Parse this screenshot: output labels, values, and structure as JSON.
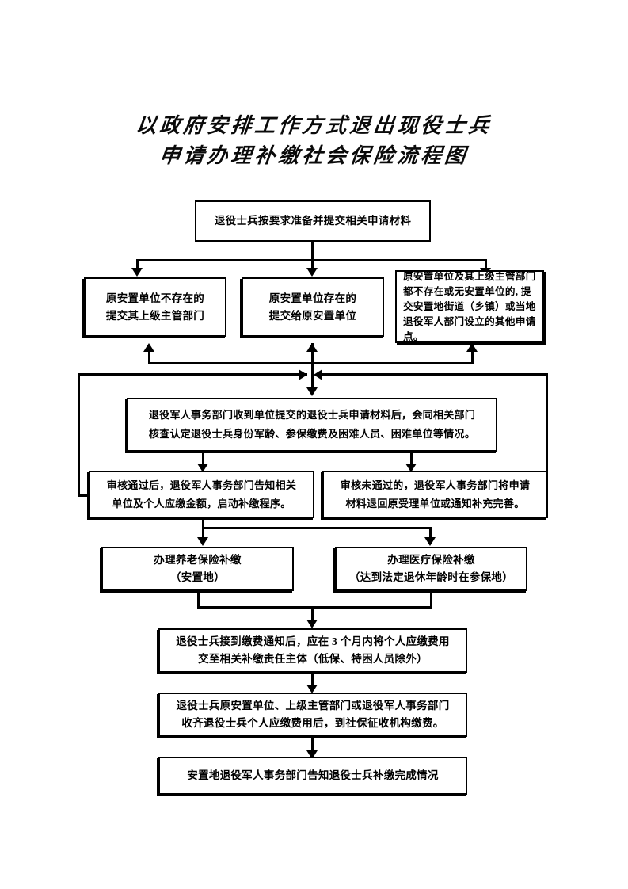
{
  "document": {
    "title_lines": [
      "以政府安排工作方式退出现役士兵",
      "申请办理补缴社会保险流程图"
    ],
    "page_background": "#ffffff",
    "line_color": "#000000"
  },
  "flowchart": {
    "type": "flowchart",
    "orientation": "top-to-bottom",
    "nodes": [
      {
        "id": "n1",
        "text": "退役士兵按要求准备并提交相关申请材料"
      },
      {
        "id": "n2a",
        "text": "原安置单位不存在的\n提交其上级主管部门"
      },
      {
        "id": "n2b",
        "text": "原安置单位存在的\n提交给原安置单位"
      },
      {
        "id": "n2c",
        "text": "原安置单位及其上级主管部门都不存在或无安置单位的, 提交安置地街道（乡镇）或当地退役军人部门设立的其他申请点。"
      },
      {
        "id": "n3",
        "text": "退役军人事务部门收到单位提交的退役士兵申请材料后，会同相关部门\n核查认定退役士兵身份军龄、参保缴费及困难人员、困难单位等情况。"
      },
      {
        "id": "n4a",
        "text": "审核通过后，退役军人事务部门告知相关\n单位及个人应缴金额，启动补缴程序。"
      },
      {
        "id": "n4b",
        "text": "审核未通过的，退役军人事务部门将申请\n材料退回原受理单位或通知补充完善。"
      },
      {
        "id": "n5a",
        "text": "办理养老保险补缴\n（安置地）"
      },
      {
        "id": "n5b",
        "text": "办理医疗保险补缴\n（达到法定退休年龄时在参保地）"
      },
      {
        "id": "n6",
        "text": "退役士兵接到缴费通知后，应在 3 个月内将个人应缴费用\n交至相关补缴责任主体（低保、特困人员除外）"
      },
      {
        "id": "n7",
        "text": "退役士兵原安置单位、上级主管部门或退役军人事务部门\n收齐退役士兵个人应缴费用后，到社保征收机构缴费。"
      },
      {
        "id": "n8",
        "text": "安置地退役军人事务部门告知退役士兵补缴完成情况"
      }
    ],
    "edges": [
      {
        "from": "n1",
        "to": "n2a",
        "style": "elbow-down"
      },
      {
        "from": "n1",
        "to": "n2b",
        "style": "straight-down"
      },
      {
        "from": "n1",
        "to": "n2c",
        "style": "elbow-down"
      },
      {
        "from": "n2a",
        "to": "n3",
        "style": "merge-up-bus"
      },
      {
        "from": "n2b",
        "to": "n3",
        "style": "merge-up-bus"
      },
      {
        "from": "n2c",
        "to": "n3",
        "style": "merge-up-bus"
      },
      {
        "from": "n3",
        "to": "n4a",
        "style": "straight-down"
      },
      {
        "from": "n3",
        "to": "n4b",
        "style": "straight-down"
      },
      {
        "from": "n4a",
        "to": "n2-bus",
        "style": "feedback-left-bracket"
      },
      {
        "from": "n4b",
        "to": "n2-bus",
        "style": "feedback-right-bracket"
      },
      {
        "from": "n4a",
        "to": "n5a",
        "style": "elbow-down"
      },
      {
        "from": "n4a",
        "to": "n5b",
        "style": "elbow-down"
      },
      {
        "from": "n5a",
        "to": "n6",
        "style": "merge-down"
      },
      {
        "from": "n5b",
        "to": "n6",
        "style": "merge-down"
      },
      {
        "from": "n6",
        "to": "n7",
        "style": "straight-down"
      },
      {
        "from": "n7",
        "to": "n8",
        "style": "straight-down"
      }
    ]
  }
}
